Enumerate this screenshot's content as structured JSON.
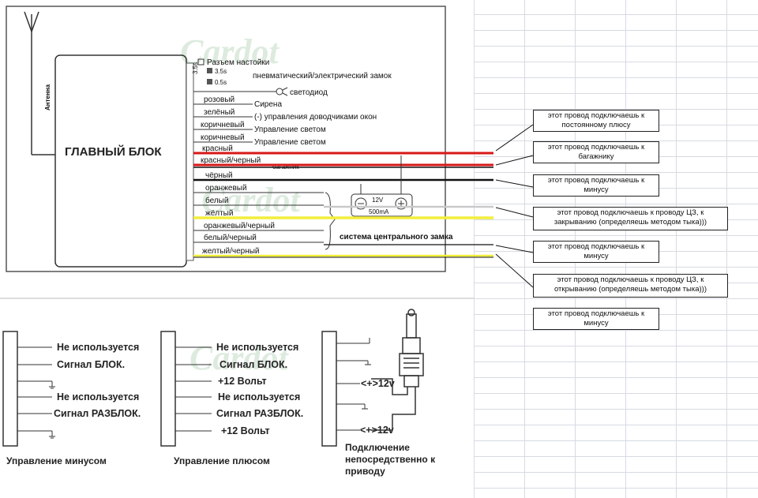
{
  "main_unit": {
    "title": "ГЛАВНЫЙ БЛОК",
    "antenna": "Антенна",
    "pins": [
      {
        "label": "Разъем настойки"
      },
      {
        "label": "пневматический/электрический замок"
      },
      {
        "label": "светодиод"
      }
    ],
    "jumper_marks": [
      "3.5s",
      "0.5s"
    ],
    "wires": [
      {
        "color": "розовый",
        "function": "Сирена"
      },
      {
        "color": "зелёный",
        "function": "(-) управления доводчиками окон"
      },
      {
        "color": "коричневый",
        "function": "Управление светом"
      },
      {
        "color": "коричневый",
        "function": "Управление светом"
      },
      {
        "color": "красный",
        "function": ""
      },
      {
        "color": "красный/черный",
        "function": "багажник"
      },
      {
        "color": "чёрный",
        "function": ""
      },
      {
        "color": "оранжевый",
        "function": ""
      },
      {
        "color": "белый",
        "function": ""
      },
      {
        "color": "жёлтый",
        "function": ""
      },
      {
        "color": "оранжевый/черный",
        "function": ""
      },
      {
        "color": "белый/черный",
        "function": ""
      },
      {
        "color": "желтый/черный",
        "function": ""
      }
    ],
    "central_lock": "система центрального замка",
    "lock_module": {
      "top": "12V",
      "bottom": "500mA"
    },
    "watermark": "Cardot"
  },
  "notes": [
    {
      "text": "этот провод подключаешь к постоянному плюсу"
    },
    {
      "text": "этот провод подключаешь к багажнику"
    },
    {
      "text": "этот провод подключаешь к минусу"
    },
    {
      "text": "этот провод подключаешь к проводу ЦЗ, к закрыванию (определяешь методом тыка)))"
    },
    {
      "text": "этот провод подключаешь к минусу"
    },
    {
      "text": "этот провод подключаешь к проводу ЦЗ, к открыванию (определяешь методом тыка)))"
    },
    {
      "text": "этот провод подключаешь к минусу"
    }
  ],
  "bottom": {
    "minus": {
      "lines": [
        "Не используется",
        "Сигнал БЛОК.",
        "Не используется",
        "Сигнал РАЗБЛОК."
      ],
      "caption": "Управление минусом"
    },
    "plus": {
      "lines": [
        "Не используется",
        "Сигнал БЛОК.",
        "+12 Вольт",
        "Не используется",
        "Сигнал РАЗБЛОК.",
        "+12 Вольт"
      ],
      "caption": "Управление плюсом"
    },
    "direct": {
      "v1": "<+>12v",
      "v2": "<+>12v",
      "caption": [
        "Подключение",
        "непосредственно к",
        "приводу"
      ]
    }
  },
  "colors": {
    "red": "#d81818",
    "black": "#111111",
    "yellow": "#f2ee3c",
    "white_wire": "#c9c9c9"
  }
}
